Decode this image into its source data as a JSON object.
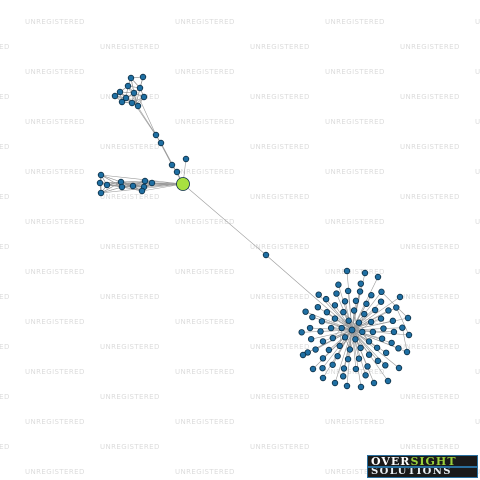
{
  "watermark": {
    "text": "UNREGISTERED"
  },
  "logo": {
    "word1": "OVER",
    "word2": "SIGHT",
    "word3": "SOLUTIONS"
  },
  "colors": {
    "focus_node": "#a8e040",
    "node": "#1f6fa3",
    "node_stroke": "#0b2e45",
    "edge": "#9a9a9a"
  }
}
